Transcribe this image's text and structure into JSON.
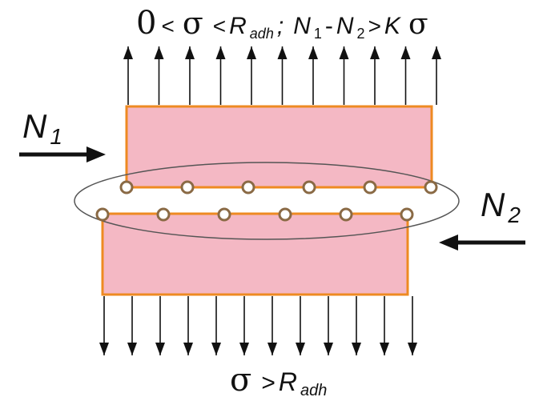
{
  "colors": {
    "block_fill": "#f4b8c4",
    "block_stroke": "#ee8a22",
    "node_stroke": "#8a6a45",
    "arrow": "#111111",
    "ellipse_stroke": "#555555"
  },
  "top_label": {
    "zero": "0",
    "lt1": "<",
    "sigma": "σ",
    "lt2": "<",
    "R": "R",
    "adh": "adh",
    "semi": ";",
    "N1": "N",
    "N1_sub": "1",
    "dash": "-",
    "N2": "N",
    "N2_sub": "2",
    "gt": ">",
    "K": "K",
    "sigma2": "σ"
  },
  "bottom_label": {
    "sigma": "σ",
    "gt": ">",
    "R": "R",
    "adh": "adh"
  },
  "force_left": {
    "N": "N",
    "sub": "1"
  },
  "force_right": {
    "N": "N",
    "sub": "2"
  },
  "top_arrow_count": 11,
  "bottom_arrow_count": 12,
  "top_node_count": 6,
  "bottom_node_count": 6
}
